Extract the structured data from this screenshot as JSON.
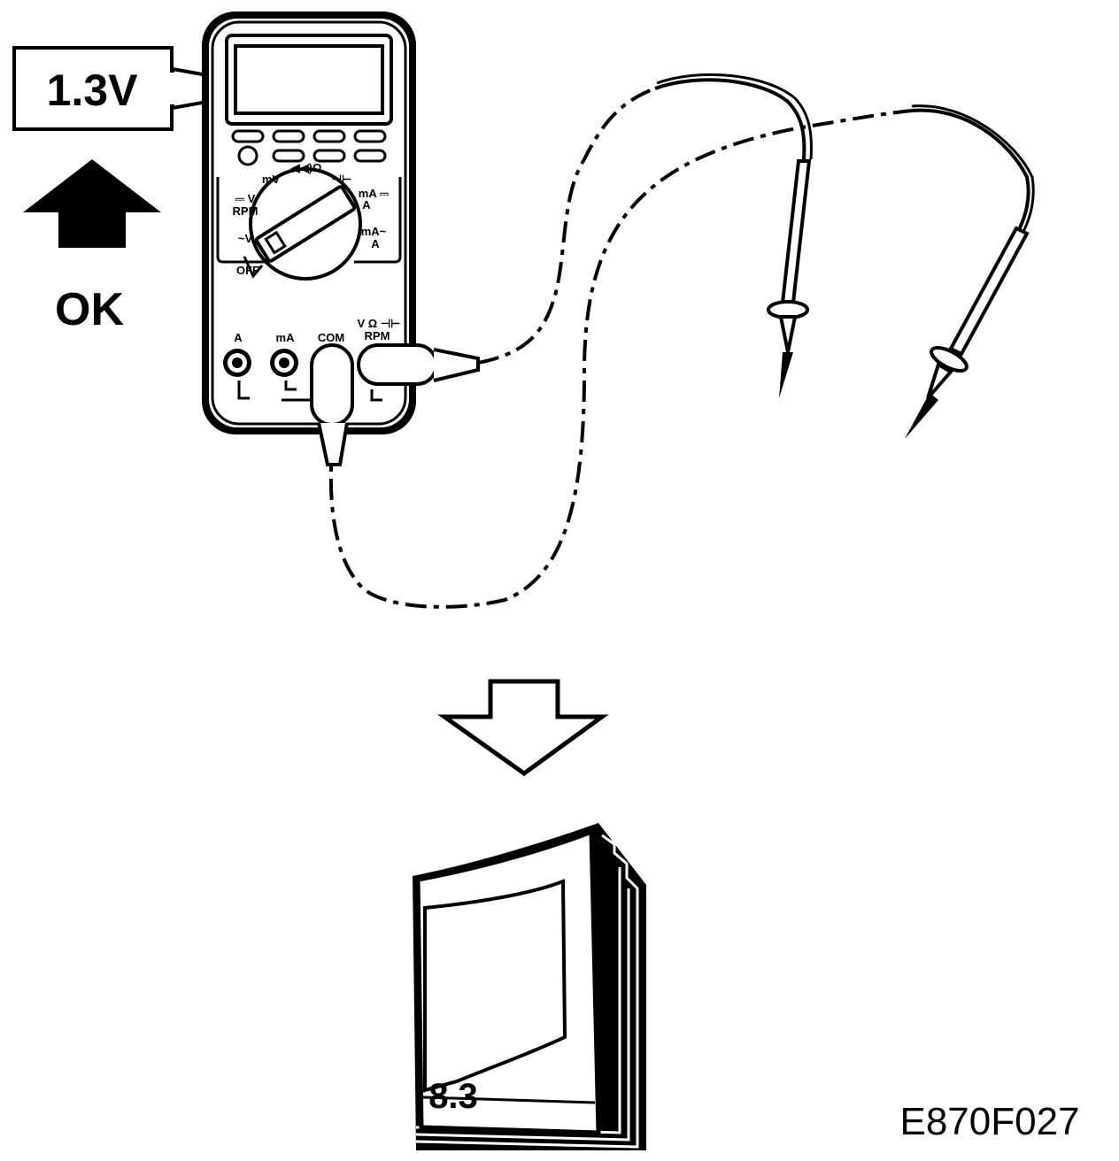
{
  "reading": "1.3V",
  "status": "OK",
  "meter": {
    "dial": {
      "dcv": "⎓ V",
      "rpm": "RPM",
      "mv": "mV",
      "ohm": "◀◀)Ω",
      "diode": "⊣⊢",
      "ma_dc": "mA ⎓",
      "a_dc": "A",
      "acv": "~V",
      "ma_ac": "mA~",
      "a_ac": "A",
      "off": "OFF"
    },
    "jacks": {
      "a": "A",
      "ma": "mA",
      "com": "COM",
      "v_ohm": "V Ω ⊣⊢",
      "rpm": "RPM"
    }
  },
  "manual": {
    "section": "8.3"
  },
  "figure_code": "E870F027",
  "colors": {
    "ink": "#000000",
    "paper": "#ffffff"
  }
}
